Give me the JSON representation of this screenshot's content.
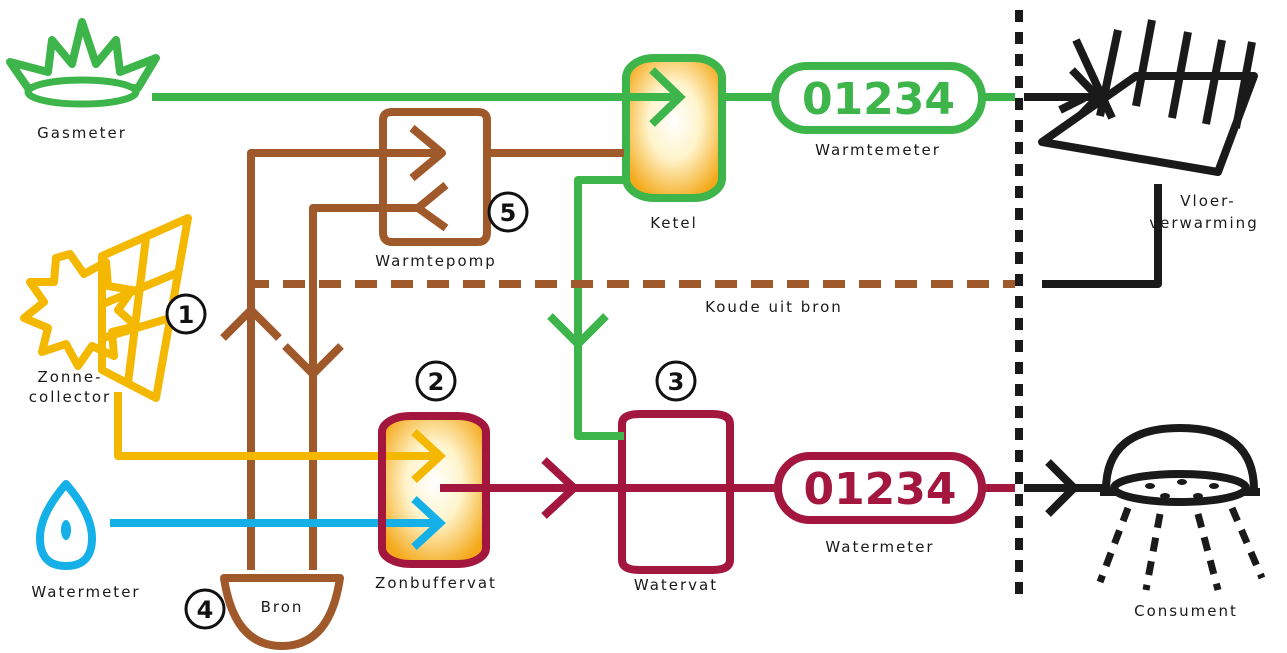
{
  "labels": {
    "gasmeter": "Gasmeter",
    "zonnecollector_1": "Zonne-",
    "zonnecollector_2": "collector",
    "watermeter_in": "Watermeter",
    "bron": "Bron",
    "warmtepomp": "Warmtepomp",
    "ketel": "Ketel",
    "warmtemeter": "Warmtemeter",
    "vloerverwarming_1": "Vloer-",
    "vloerverwarming_2": "verwarming",
    "koude_uit_bron": "Koude uit bron",
    "zonbuffervat": "Zonbuffervat",
    "watervat": "Watervat",
    "watermeter_out": "Watermeter",
    "consument": "Consument"
  },
  "meters": {
    "warmtemeter_value": "01234",
    "watermeter_value": "01234"
  },
  "numbers": {
    "n1": "1",
    "n2": "2",
    "n3": "3",
    "n4": "4",
    "n5": "5"
  },
  "colors": {
    "gas_green": "#3db54a",
    "heat_brown": "#a0592a",
    "solar_yellow": "#f5b800",
    "cold_blue": "#15b0e8",
    "hot_red": "#a3173f",
    "black": "#1a1a1a"
  }
}
